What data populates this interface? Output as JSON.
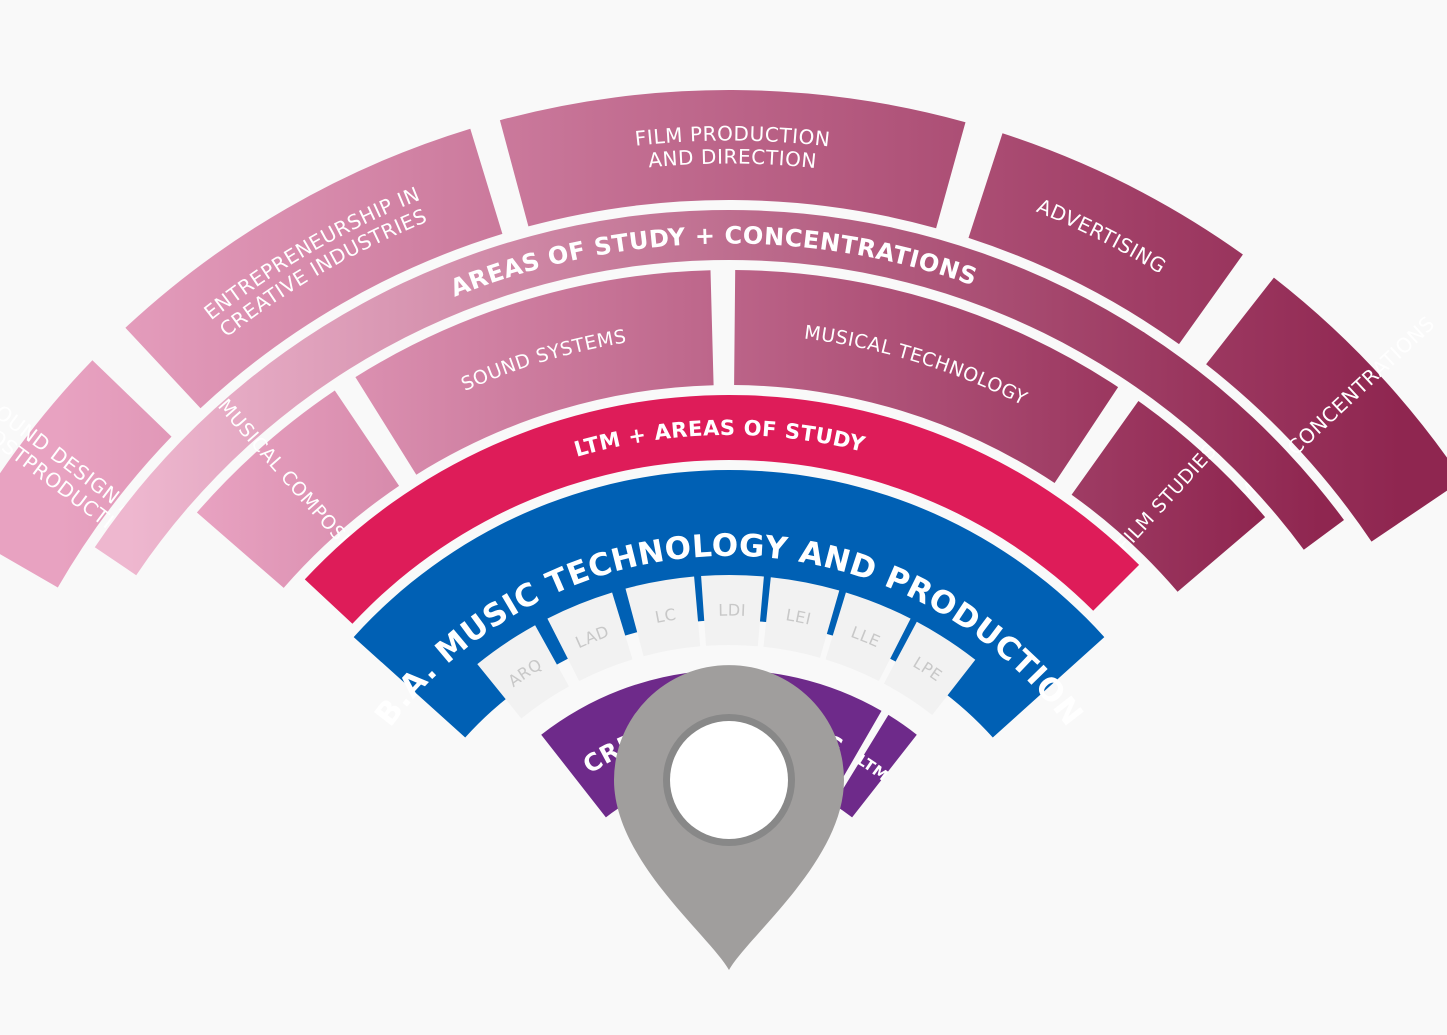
{
  "center": {
    "pin": "map-pin-icon",
    "pin_color": "#a09e9d",
    "pin_ring": "#888888"
  },
  "rings": {
    "courses": {
      "items": [
        "ARQ",
        "LAD",
        "LC",
        "LDI",
        "LEI",
        "LLE",
        "LPE"
      ],
      "color": "#f2f2f2",
      "text_color": "#c8c8c8"
    },
    "creative_studies": {
      "label": "CREATIVE STUDIES",
      "color": "#6e2a8a"
    },
    "ltm_tab": {
      "label": "LTM",
      "color": "#6e2a8a"
    },
    "degree": {
      "label": "B.A. MUSIC TECHNOLOGY AND PRODUCTION",
      "color": "#0060b4"
    },
    "ltm_areas": {
      "label": "LTM + AREAS OF STUDY",
      "color": "#de1c59"
    },
    "areas_of_study": {
      "items": [
        "MUSICAL COMPOSITION",
        "SOUND SYSTEMS",
        "MUSICAL TECHNOLOGY",
        "FILM STUDIES"
      ],
      "color_start": "#e8a2c1",
      "color_end": "#8f2650"
    },
    "areas_concentrations": {
      "label": "AREAS OF STUDY + CONCENTRATIONS",
      "color_start": "#eeb7cf",
      "color_end": "#8f2650"
    },
    "concentrations": {
      "items": [
        {
          "lines": [
            "SOUND DESIGN AND",
            "POSTPRODUCTION"
          ]
        },
        {
          "lines": [
            "ENTREPRENEURSHIP IN",
            "CREATIVE INDUSTRIES"
          ]
        },
        {
          "lines": [
            "FILM PRODUCTION",
            "AND DIRECTION"
          ]
        },
        {
          "lines": [
            "ADVERTISING"
          ]
        },
        {
          "lines": [
            "MORE CONCENTRATIONS"
          ]
        }
      ],
      "color_start": "#e8a2c1",
      "color_end": "#8f2650"
    }
  }
}
